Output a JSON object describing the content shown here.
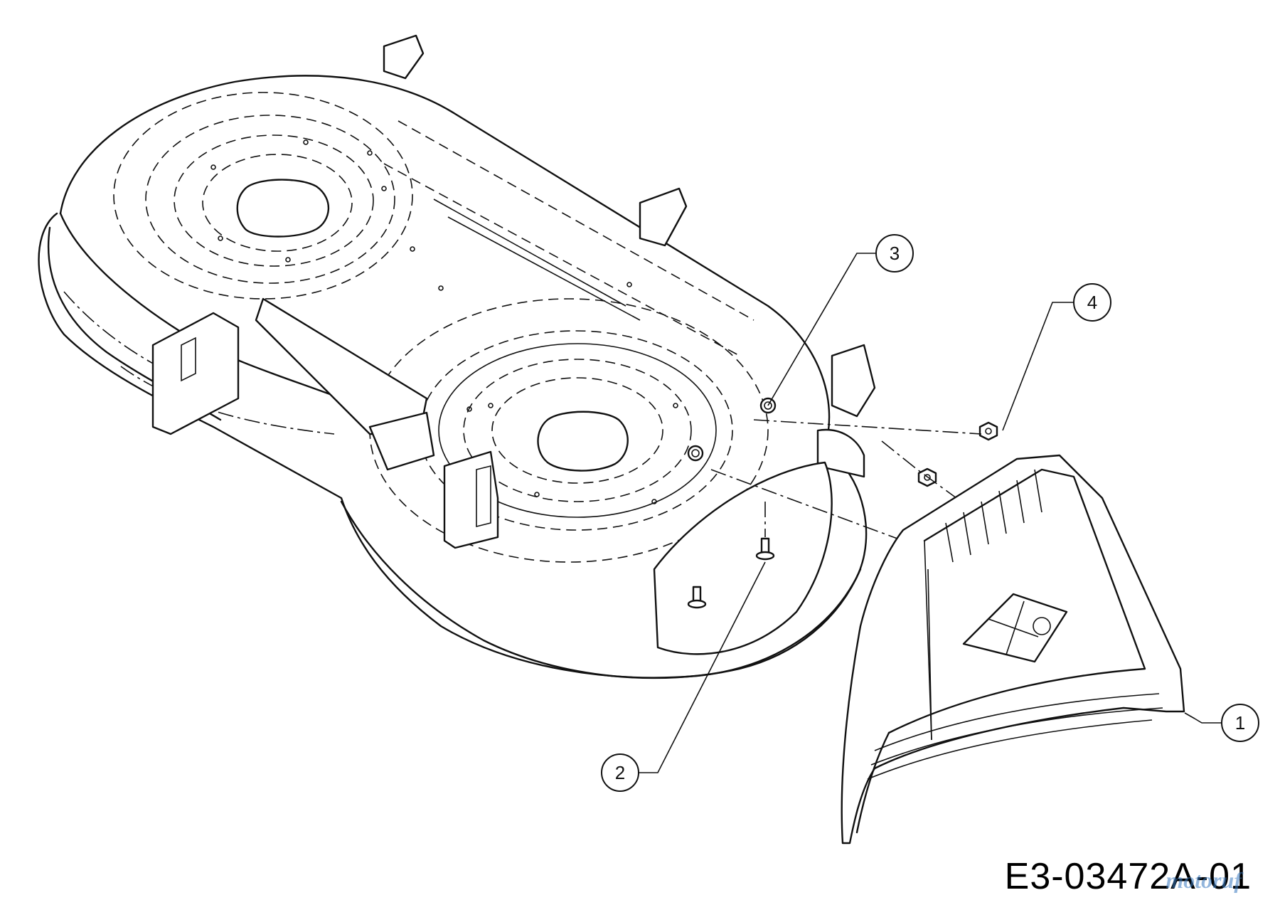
{
  "diagram": {
    "code": "E3-03472A-01",
    "callouts": [
      {
        "number": "1"
      },
      {
        "number": "2"
      },
      {
        "number": "3"
      },
      {
        "number": "4"
      }
    ]
  },
  "watermark": {
    "text": "motoruf"
  },
  "colors": {
    "line": "#111111",
    "background": "#ffffff",
    "watermark": "#3a7ac0"
  }
}
